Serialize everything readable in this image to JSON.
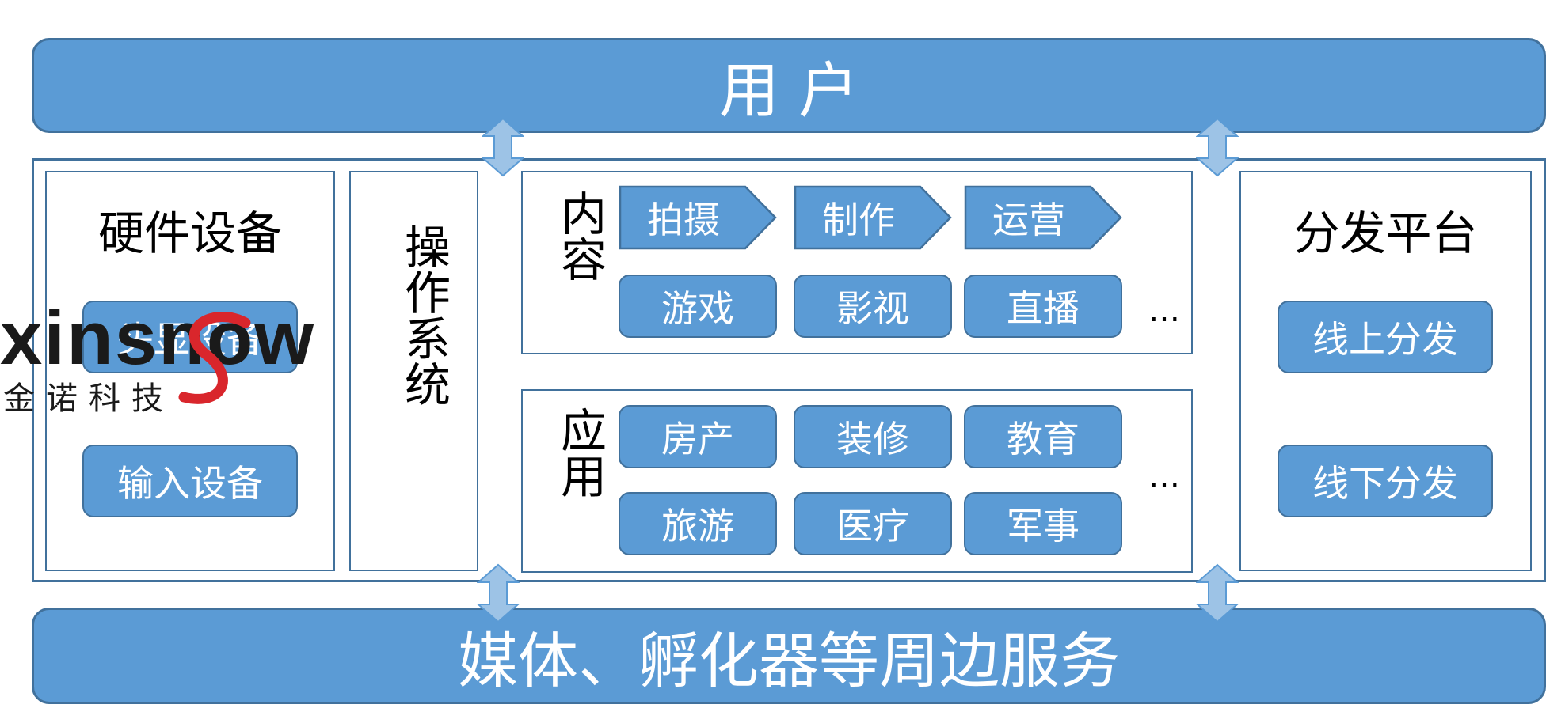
{
  "top_bar": {
    "label": "用 户"
  },
  "bottom_bar": {
    "label": "媒体、孵化器等周边服务"
  },
  "hardware": {
    "title": "硬件设备",
    "items": [
      "头显设备",
      "输入设备"
    ]
  },
  "os": {
    "label": "操作系统"
  },
  "content": {
    "label": "内容",
    "pipeline": [
      "拍摄",
      "制作",
      "运营"
    ],
    "categories": [
      "游戏",
      "影视",
      "直播"
    ],
    "more": "…"
  },
  "application": {
    "label": "应用",
    "row1": [
      "房产",
      "装修",
      "教育"
    ],
    "row2": [
      "旅游",
      "医疗",
      "军事"
    ],
    "more": "…"
  },
  "distribution": {
    "title": "分发平台",
    "items": [
      "线上分发",
      "线下分发"
    ]
  },
  "watermark": {
    "brand": "xinsnow",
    "subtitle": "金诺科技"
  },
  "colors": {
    "fill": "#5b9bd5",
    "border": "#41719c",
    "arrow": "#9dc3e6",
    "logo_red": "#d9262c"
  }
}
